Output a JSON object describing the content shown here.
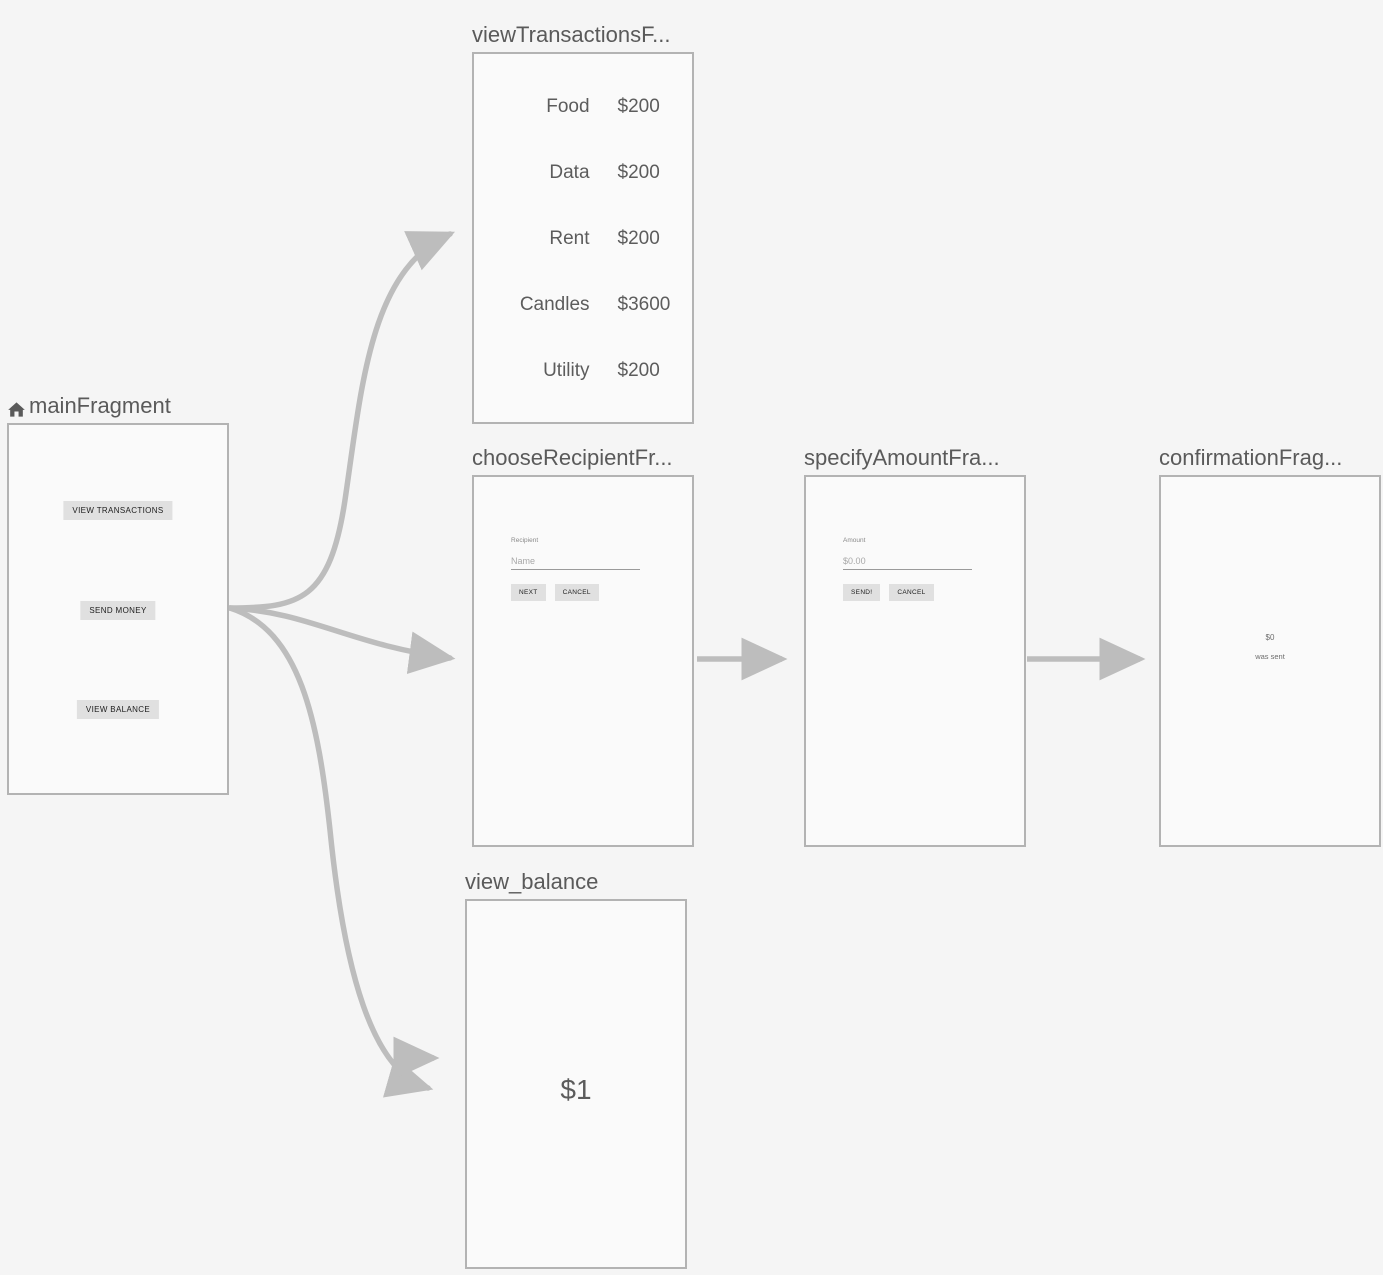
{
  "background_color": "#f5f5f5",
  "frame_border_color": "#b3b3b3",
  "frame_fill_color": "#fafafa",
  "connector_color": "#bdbdbd",
  "title_text_color": "#5a5a5a",
  "nodes": {
    "main": {
      "title": "mainFragment",
      "start_icon": "home-icon",
      "buttons": [
        {
          "label": "VIEW TRANSACTIONS"
        },
        {
          "label": "SEND MONEY"
        },
        {
          "label": "VIEW BALANCE"
        }
      ]
    },
    "view_transactions": {
      "title": "viewTransactionsF...",
      "rows": [
        {
          "label": "Food",
          "amount": "$200"
        },
        {
          "label": "Data",
          "amount": "$200"
        },
        {
          "label": "Rent",
          "amount": "$200"
        },
        {
          "label": "Candles",
          "amount": "$3600"
        },
        {
          "label": "Utility",
          "amount": "$200"
        }
      ]
    },
    "choose_recipient": {
      "title": "chooseRecipientFr...",
      "field_label": "Recipient",
      "field_placeholder": "Name",
      "field_value": "",
      "primary_button": "NEXT",
      "secondary_button": "CANCEL"
    },
    "specify_amount": {
      "title": "specifyAmountFra...",
      "field_label": "Amount",
      "field_placeholder": "$0.00",
      "field_value": "",
      "primary_button": "SEND!",
      "secondary_button": "CANCEL"
    },
    "confirmation": {
      "title": "confirmationFrag...",
      "amount": "$0",
      "message": "was sent"
    },
    "view_balance": {
      "title": "view_balance",
      "balance": "$1"
    }
  }
}
